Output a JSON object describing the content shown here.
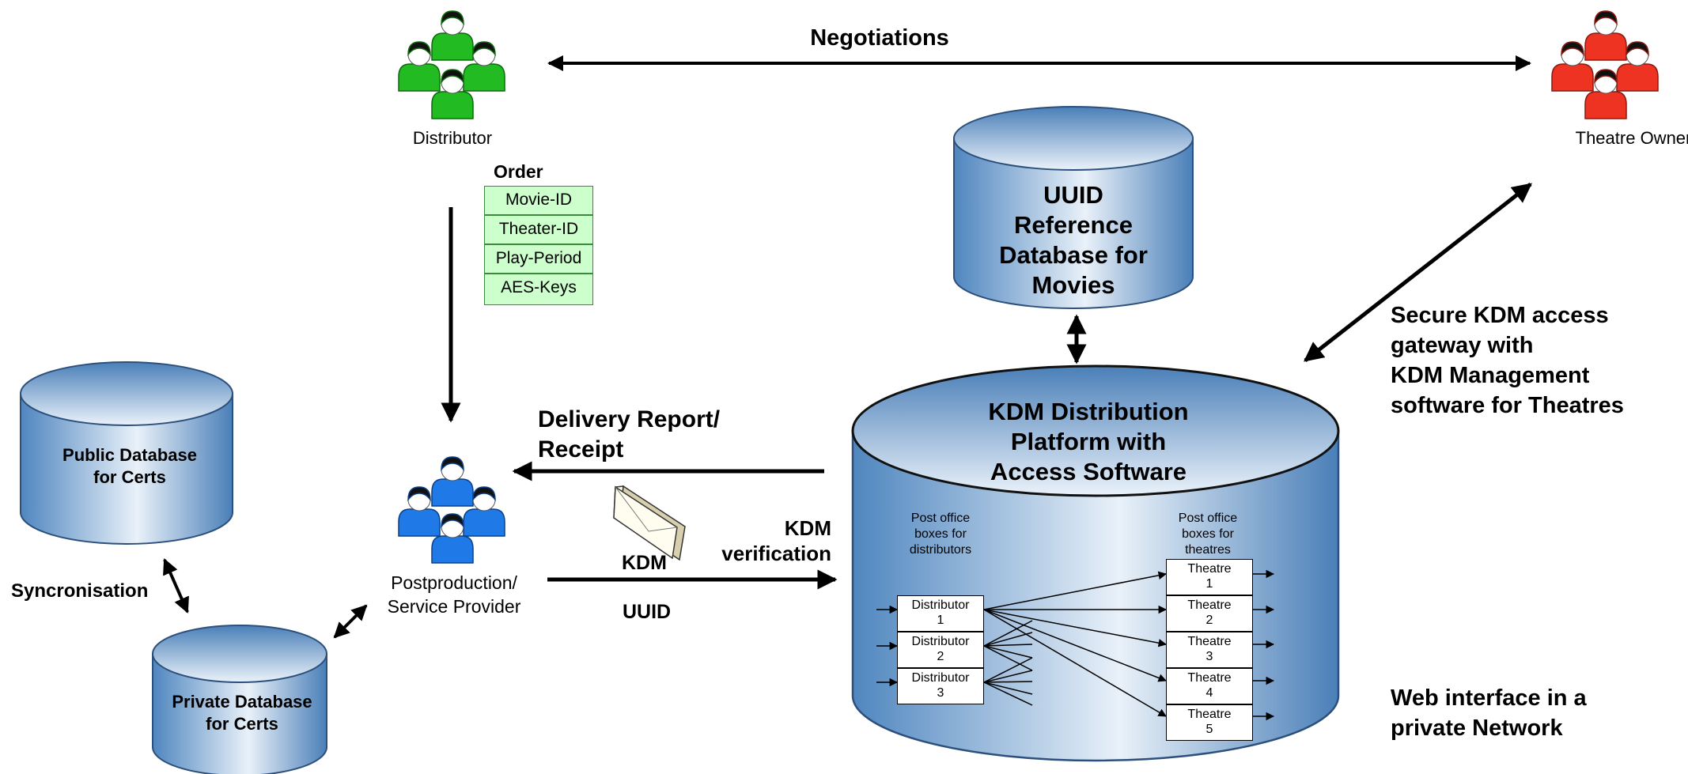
{
  "actors": {
    "distributor": "Distributor",
    "theatre_owner": "Theatre Owner",
    "postproduction": "Postproduction/\nService Provider"
  },
  "arrows": {
    "negotiations": "Negotiations",
    "delivery_report": "Delivery Report/\nReceipt",
    "kdm_verification": "KDM\nverification",
    "kdm": "KDM",
    "uuid": "UUID",
    "syncronisation": "Syncronisation"
  },
  "order": {
    "title": "Order",
    "items": [
      "Movie-ID",
      "Theater-ID",
      "Play-Period",
      "AES-Keys"
    ]
  },
  "databases": {
    "uuid_reference": "UUID\nReference\nDatabase for\nMovies",
    "kdm_platform": "KDM Distribution\nPlatform with\nAccess Software",
    "public_certs": "Public Database\nfor Certs",
    "private_certs": "Private Database\nfor Certs"
  },
  "post_office": {
    "distributors_caption": "Post office\nboxes for\ndistributors",
    "theatres_caption": "Post office\nboxes for\ntheatres",
    "distributors": [
      "Distributor\n1",
      "Distributor\n2",
      "Distributor\n3"
    ],
    "theatres": [
      "Theatre\n1",
      "Theatre\n2",
      "Theatre\n3",
      "Theatre\n4",
      "Theatre\n5"
    ]
  },
  "notes": {
    "secure_gateway": "Secure KDM access\ngateway with\nKDM Management\nsoftware for Theatres",
    "web_interface": "Web interface in a\nprivate Network"
  },
  "colors": {
    "distributor_people": "#22bb22",
    "theatre_people": "#ee3322",
    "provider_people": "#1f7ae8",
    "database_blue": "#4f86bf",
    "order_fill": "#ccffcc"
  }
}
